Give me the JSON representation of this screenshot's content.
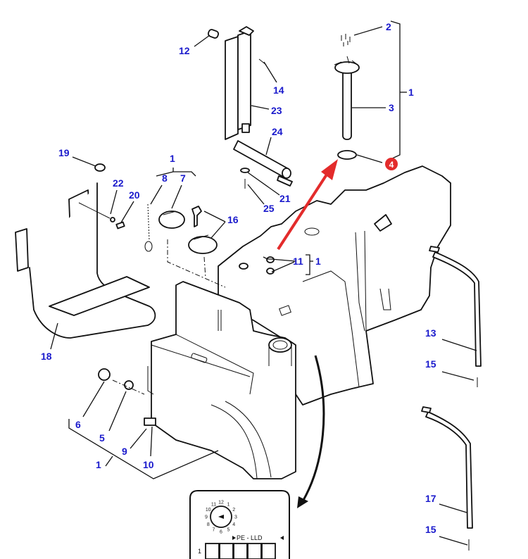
{
  "diagram": {
    "type": "exploded parts diagram",
    "subject": "Fuel tank assembly",
    "label_color": "#1a1acc",
    "highlight_color": "#e32b2b",
    "callouts": [
      {
        "id": "c2",
        "label": "2"
      },
      {
        "id": "c1a",
        "label": "1"
      },
      {
        "id": "c3",
        "label": "3"
      },
      {
        "id": "c4",
        "label": "4",
        "highlighted": true
      },
      {
        "id": "c12",
        "label": "12"
      },
      {
        "id": "c14",
        "label": "14"
      },
      {
        "id": "c23",
        "label": "23"
      },
      {
        "id": "c24",
        "label": "24"
      },
      {
        "id": "c21",
        "label": "21"
      },
      {
        "id": "c25",
        "label": "25"
      },
      {
        "id": "c19",
        "label": "19"
      },
      {
        "id": "c22",
        "label": "22"
      },
      {
        "id": "c20",
        "label": "20"
      },
      {
        "id": "c1b",
        "label": "1"
      },
      {
        "id": "c8",
        "label": "8"
      },
      {
        "id": "c7",
        "label": "7"
      },
      {
        "id": "c16",
        "label": "16"
      },
      {
        "id": "c11",
        "label": "11"
      },
      {
        "id": "c1c",
        "label": "1"
      },
      {
        "id": "c18",
        "label": "18"
      },
      {
        "id": "c13",
        "label": "13"
      },
      {
        "id": "c15a",
        "label": "15"
      },
      {
        "id": "c6",
        "label": "6"
      },
      {
        "id": "c5",
        "label": "5"
      },
      {
        "id": "c9",
        "label": "9"
      },
      {
        "id": "c10",
        "label": "10"
      },
      {
        "id": "c1d",
        "label": "1"
      },
      {
        "id": "c17",
        "label": "17"
      },
      {
        "id": "c15b",
        "label": "15"
      }
    ],
    "inset": {
      "dial_numbers": [
        "12",
        "1",
        "2",
        "3",
        "4",
        "5",
        "6",
        "7",
        "8",
        "9",
        "10",
        "11"
      ],
      "marker_text": "PE  -  LLD",
      "row_label": "1",
      "box_count": 5
    }
  }
}
